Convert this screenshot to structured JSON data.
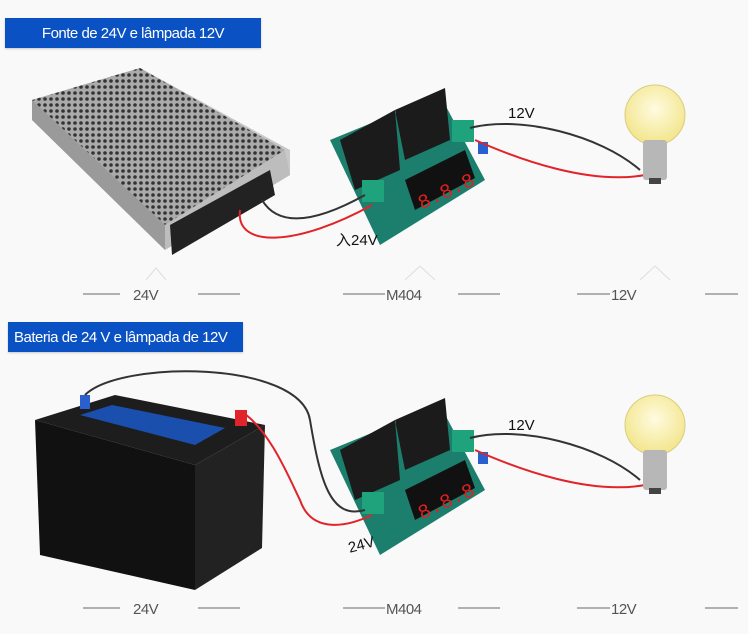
{
  "sections": [
    {
      "title": "Fonte de 24V e lâmpada 12V",
      "source_label": "24V",
      "module_label": "M404",
      "load_label": "12V",
      "input_wire_label": "入24V",
      "output_wire_label": "12V"
    },
    {
      "title": "Bateria de 24 V e lâmpada de 12V",
      "source_label": "24V",
      "module_label": "M404",
      "load_label": "12V",
      "input_wire_label": "24V",
      "output_wire_label": "12V"
    }
  ],
  "colors": {
    "header_bg": "#0a52c4",
    "wire_positive": "#e0242a",
    "wire_negative": "#333333"
  }
}
